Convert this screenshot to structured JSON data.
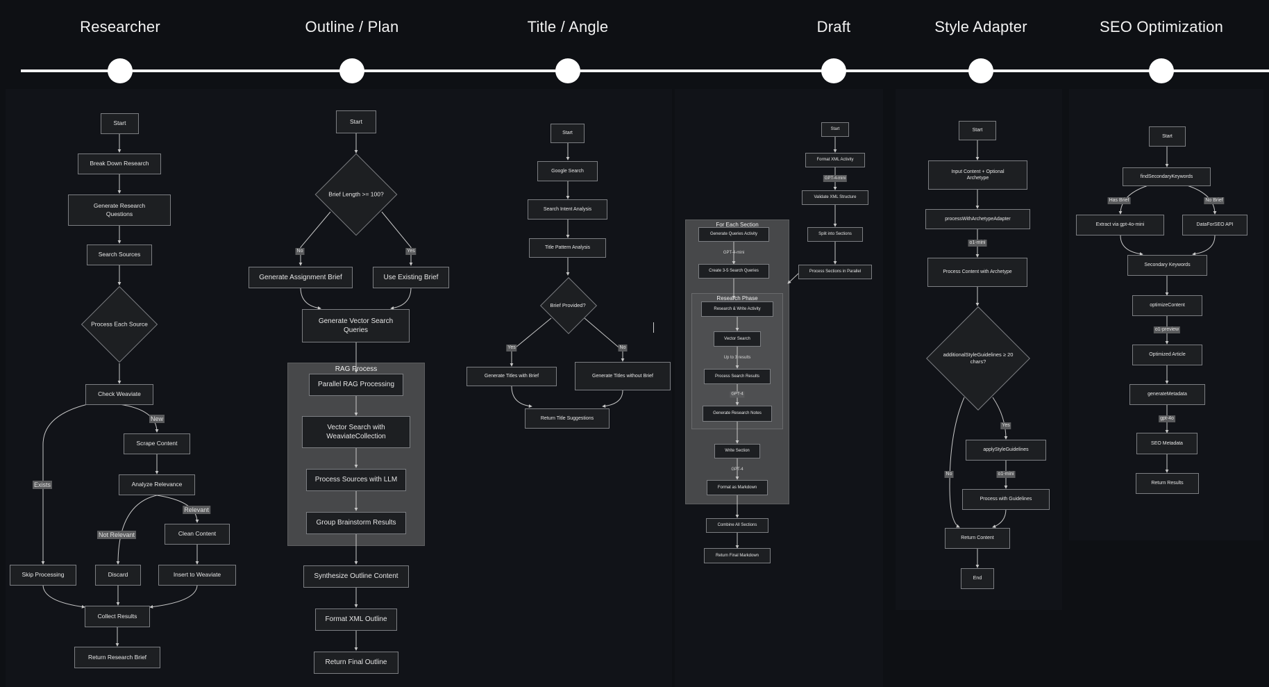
{
  "stages": [
    "Researcher",
    "Outline / Plan",
    "Title / Angle",
    "Draft",
    "Style Adapter",
    "SEO Optimization"
  ],
  "researcher": {
    "start": "Start",
    "break_down": "Break Down Research",
    "generate_questions": "Generate Research Questions",
    "search_sources": "Search Sources",
    "process_each": "Process Each Source",
    "check_weaviate": "Check Weaviate",
    "scrape": "Scrape Content",
    "analyze": "Analyze Relevance",
    "clean": "Clean Content",
    "skip": "Skip Processing",
    "discard": "Discard",
    "insert": "Insert to Weaviate",
    "collect": "Collect Results",
    "return": "Return Research Brief",
    "lbl_new": "New",
    "lbl_exists": "Exists",
    "lbl_relevant": "Relevant",
    "lbl_not_relevant": "Not Relevant"
  },
  "outline": {
    "start": "Start",
    "decision": "Brief Length >= 100?",
    "lbl_no": "No",
    "lbl_yes": "Yes",
    "gen_brief": "Generate Assignment Brief",
    "use_brief": "Use Existing Brief",
    "vector_queries": "Generate Vector Search Queries",
    "rag_title": "RAG Process",
    "parallel_rag": "Parallel RAG Processing",
    "vector_search": "Vector Search with WeaviateCollection",
    "process_llm": "Process Sources with LLM",
    "group_results": "Group Brainstorm Results",
    "synthesize": "Synthesize Outline Content",
    "format_xml": "Format XML Outline",
    "return": "Return Final Outline"
  },
  "title": {
    "start": "Start",
    "google": "Google Search",
    "intent": "Search Intent Analysis",
    "pattern": "Title Pattern Analysis",
    "decision": "Brief Provided?",
    "lbl_yes": "Yes",
    "lbl_no": "No",
    "with_brief": "Generate Titles with Brief",
    "without_brief": "Generate Titles without Brief",
    "return": "Return Title Suggestions"
  },
  "draft": {
    "start": "Start",
    "format_xml": "Format XML Activity",
    "lbl_gpt4mini": "GPT-4-mini",
    "validate": "Validate XML Structure",
    "split": "Split into Sections",
    "parallel": "Process Sections in Parallel",
    "group_title": "For Each Section",
    "gen_queries": "Generate Queries Activity",
    "lbl_gpt4mini_2": "GPT-4-mini",
    "create_queries": "Create 3-5 Search Queries",
    "research_title": "Research Phase",
    "research_write": "Research & Write Activity",
    "vector_search": "Vector Search",
    "lbl_upto": "Up to 3 results",
    "process_results": "Process Search Results",
    "lbl_gpt4": "GPT-4",
    "gen_notes": "Generate Research Notes",
    "write_section": "Write Section",
    "lbl_gpt4_2": "GPT-4",
    "format_md": "Format as Markdown",
    "combine": "Combine All Sections",
    "return": "Return Final Markdown"
  },
  "style": {
    "start": "Start",
    "input": "Input Content + Optional Archetype",
    "adapter": "processWithArchetypeAdapter",
    "lbl_o1mini": "o1-mini",
    "process_archetype": "Process Content with Archetype",
    "decision": "additionalStyleGuidelines ≥ 20 chars?",
    "lbl_yes": "Yes",
    "lbl_no": "No",
    "apply": "applyStyleGuidelines",
    "lbl_o1mini_2": "o1-mini",
    "process_guidelines": "Process with Guidelines",
    "return": "Return Content",
    "end": "End"
  },
  "seo": {
    "start": "Start",
    "find": "findSecondaryKeywords",
    "lbl_has_brief": "Has Brief",
    "lbl_no_brief": "No Brief",
    "extract": "Extract via gpt-4o-mini",
    "dataforseo": "DataForSEO API",
    "secondary": "Secondary Keywords",
    "optimize": "optimizeContent",
    "lbl_o1preview": "o1-preview",
    "optimized": "Optimized Article",
    "generate_meta": "generateMetadata",
    "lbl_gpt4o": "gpt-4o",
    "seo_meta": "SEO Metadata",
    "return": "Return Results"
  },
  "colors": {
    "background": "#0e1014",
    "node_fill": "#1d1f22",
    "node_border": "#7d7f83",
    "group_fill": "#47484a",
    "edge": "#c8c8c8",
    "timeline": "#f2f2f2"
  }
}
